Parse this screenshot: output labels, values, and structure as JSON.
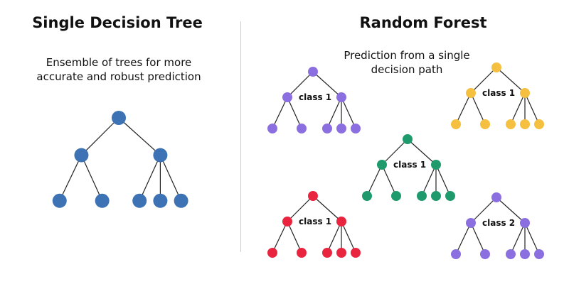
{
  "left_panel": {
    "title": "Single Decision Tree",
    "caption_line1": "Ensemble of trees for more",
    "caption_line2": "accurate and robust prediction",
    "tree_color": "#3d72b4"
  },
  "right_panel": {
    "title": "Random Forest",
    "caption_line1": "Prediction from a single",
    "caption_line2": "decision path",
    "trees": [
      {
        "color": "#8b6fe0",
        "class_label": "class 1"
      },
      {
        "color": "#f5c03f",
        "class_label": "class 1"
      },
      {
        "color": "#1f9a6c",
        "class_label": "class 1"
      },
      {
        "color": "#e8243f",
        "class_label": "class 1"
      },
      {
        "color": "#8b6fe0",
        "class_label": "class 2"
      }
    ]
  }
}
